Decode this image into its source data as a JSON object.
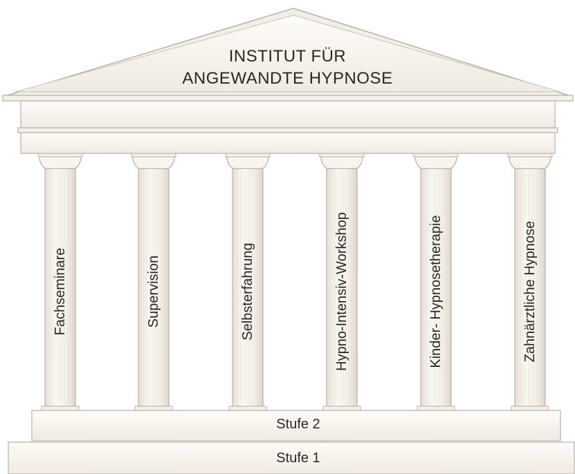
{
  "title": {
    "line1": "INSTITUT FÜR",
    "line2": "ANGEWANDTE HYPNOSE"
  },
  "columns": [
    {
      "label": "Fachseminare"
    },
    {
      "label": "Supervision"
    },
    {
      "label": "Selbsterfahrung"
    },
    {
      "label": "Hypno-Intensiv-Workshop"
    },
    {
      "label": "Kinder- Hypnosetherapie"
    },
    {
      "label": "Zahnärztliche  Hypnose"
    }
  ],
  "steps": {
    "upper": "Stufe  2",
    "lower": "Stufe  1"
  },
  "colors": {
    "stone": "#fbf9f5",
    "stone_shade": "#e9e4dc",
    "outline": "#b8afa3",
    "text": "#2a2624"
  }
}
